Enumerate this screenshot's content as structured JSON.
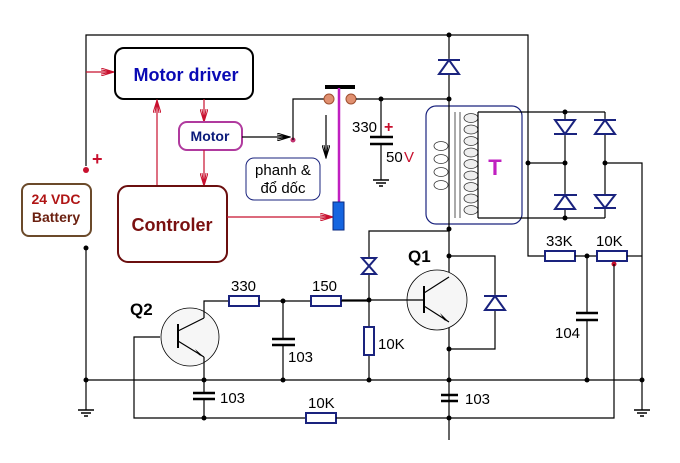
{
  "diagram": {
    "blocks": {
      "motor_driver": "Motor driver",
      "motor": "Motor",
      "controller": "Controler",
      "battery_line1": "24 VDC",
      "battery_line2": "Battery",
      "brake_line1": "phanh &",
      "brake_line2": "đổ dốc",
      "transformer": "T"
    },
    "labels": {
      "plus_battery": "+",
      "cap_main_value": "330",
      "cap_main_plus": "+",
      "cap_main_volt_num": "50",
      "cap_main_volt_unit": "V",
      "q1": "Q1",
      "q2": "Q2",
      "r_330": "330",
      "r_150": "150",
      "c_103_mid": "103",
      "r_10k_q1": "10K",
      "c_103_q2": "103",
      "r_10k_bottom": "10K",
      "c_103_q1": "103",
      "r_33k": "33K",
      "r_10k_pot": "10K",
      "c_104": "104"
    },
    "colors": {
      "motor_driver_text": "#0a0ab4",
      "motor_text": "#0a1a7a",
      "motor_border": "#b03a9e",
      "controller_text": "#7a1010",
      "controller_border": "#6b0f0f",
      "battery_border": "#6b4a2a",
      "battery_text_top": "#b01515",
      "battery_text_bottom": "#6b2010",
      "arrow_red": "#c8102e",
      "component_blue": "#1a237e",
      "transformer_label": "#c020c0",
      "solenoid": "#1565e0",
      "plunger": "#c020c0"
    }
  }
}
